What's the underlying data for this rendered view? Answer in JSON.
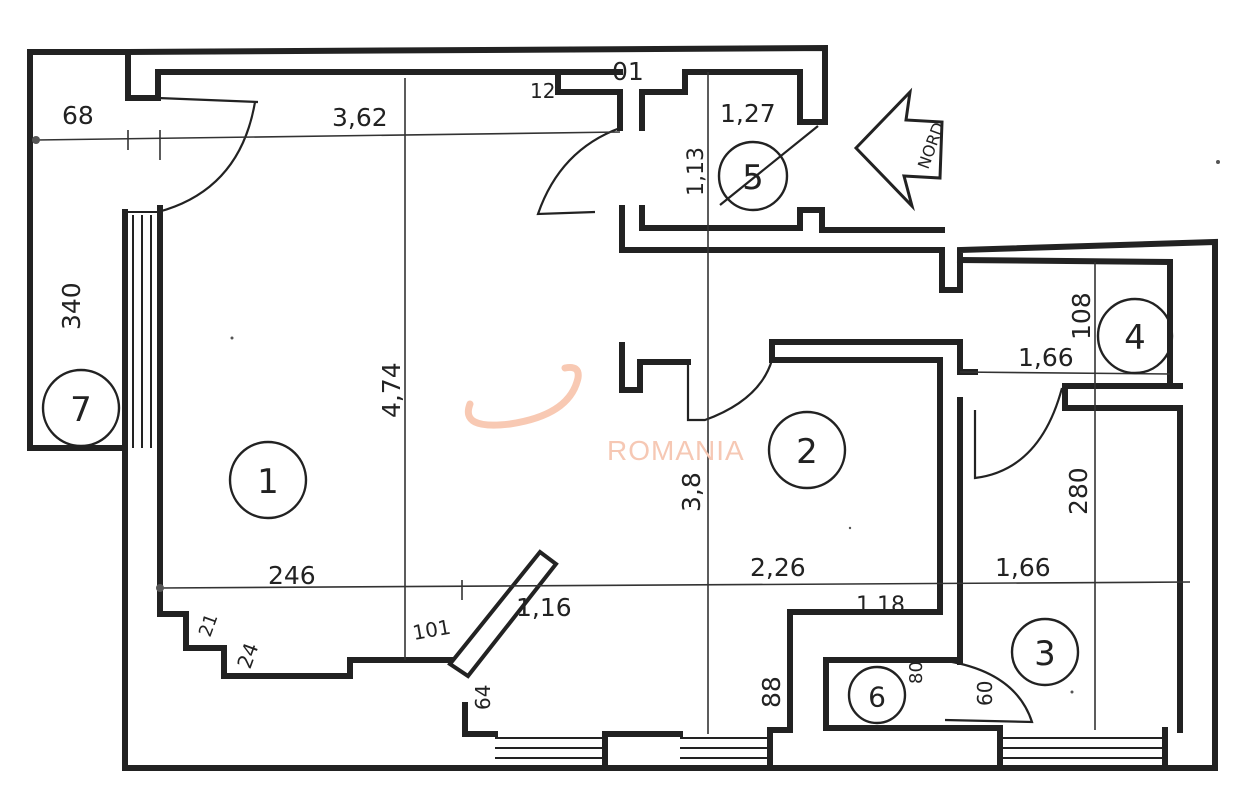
{
  "diagram": {
    "type": "floor-plan",
    "watermark": {
      "text": "ROMANIA",
      "color": "#f6c8b4"
    },
    "north_arrow": {
      "text": "NORD"
    },
    "rooms": [
      {
        "id": "1",
        "label": "1"
      },
      {
        "id": "2",
        "label": "2"
      },
      {
        "id": "3",
        "label": "3"
      },
      {
        "id": "4",
        "label": "4"
      },
      {
        "id": "5",
        "label": "5"
      },
      {
        "id": "6",
        "label": "6"
      },
      {
        "id": "7",
        "label": "7"
      }
    ],
    "dimensions": {
      "d68": "68",
      "d362": "3,62",
      "d12": "12",
      "d01": "01",
      "d127": "1,27",
      "d113": "1,13",
      "d340": "340",
      "d474": "4,74",
      "d108": "108",
      "d166_top": "1,66",
      "d38": "3,8",
      "d280": "280",
      "d246": "246",
      "d226": "2,26",
      "d166_bottom": "1,66",
      "d118": "1,18",
      "d21": "21",
      "d24": "24",
      "d101": "101",
      "d116": "1,16",
      "d64": "64",
      "d88": "88",
      "d80": "80",
      "d60": "60"
    }
  }
}
